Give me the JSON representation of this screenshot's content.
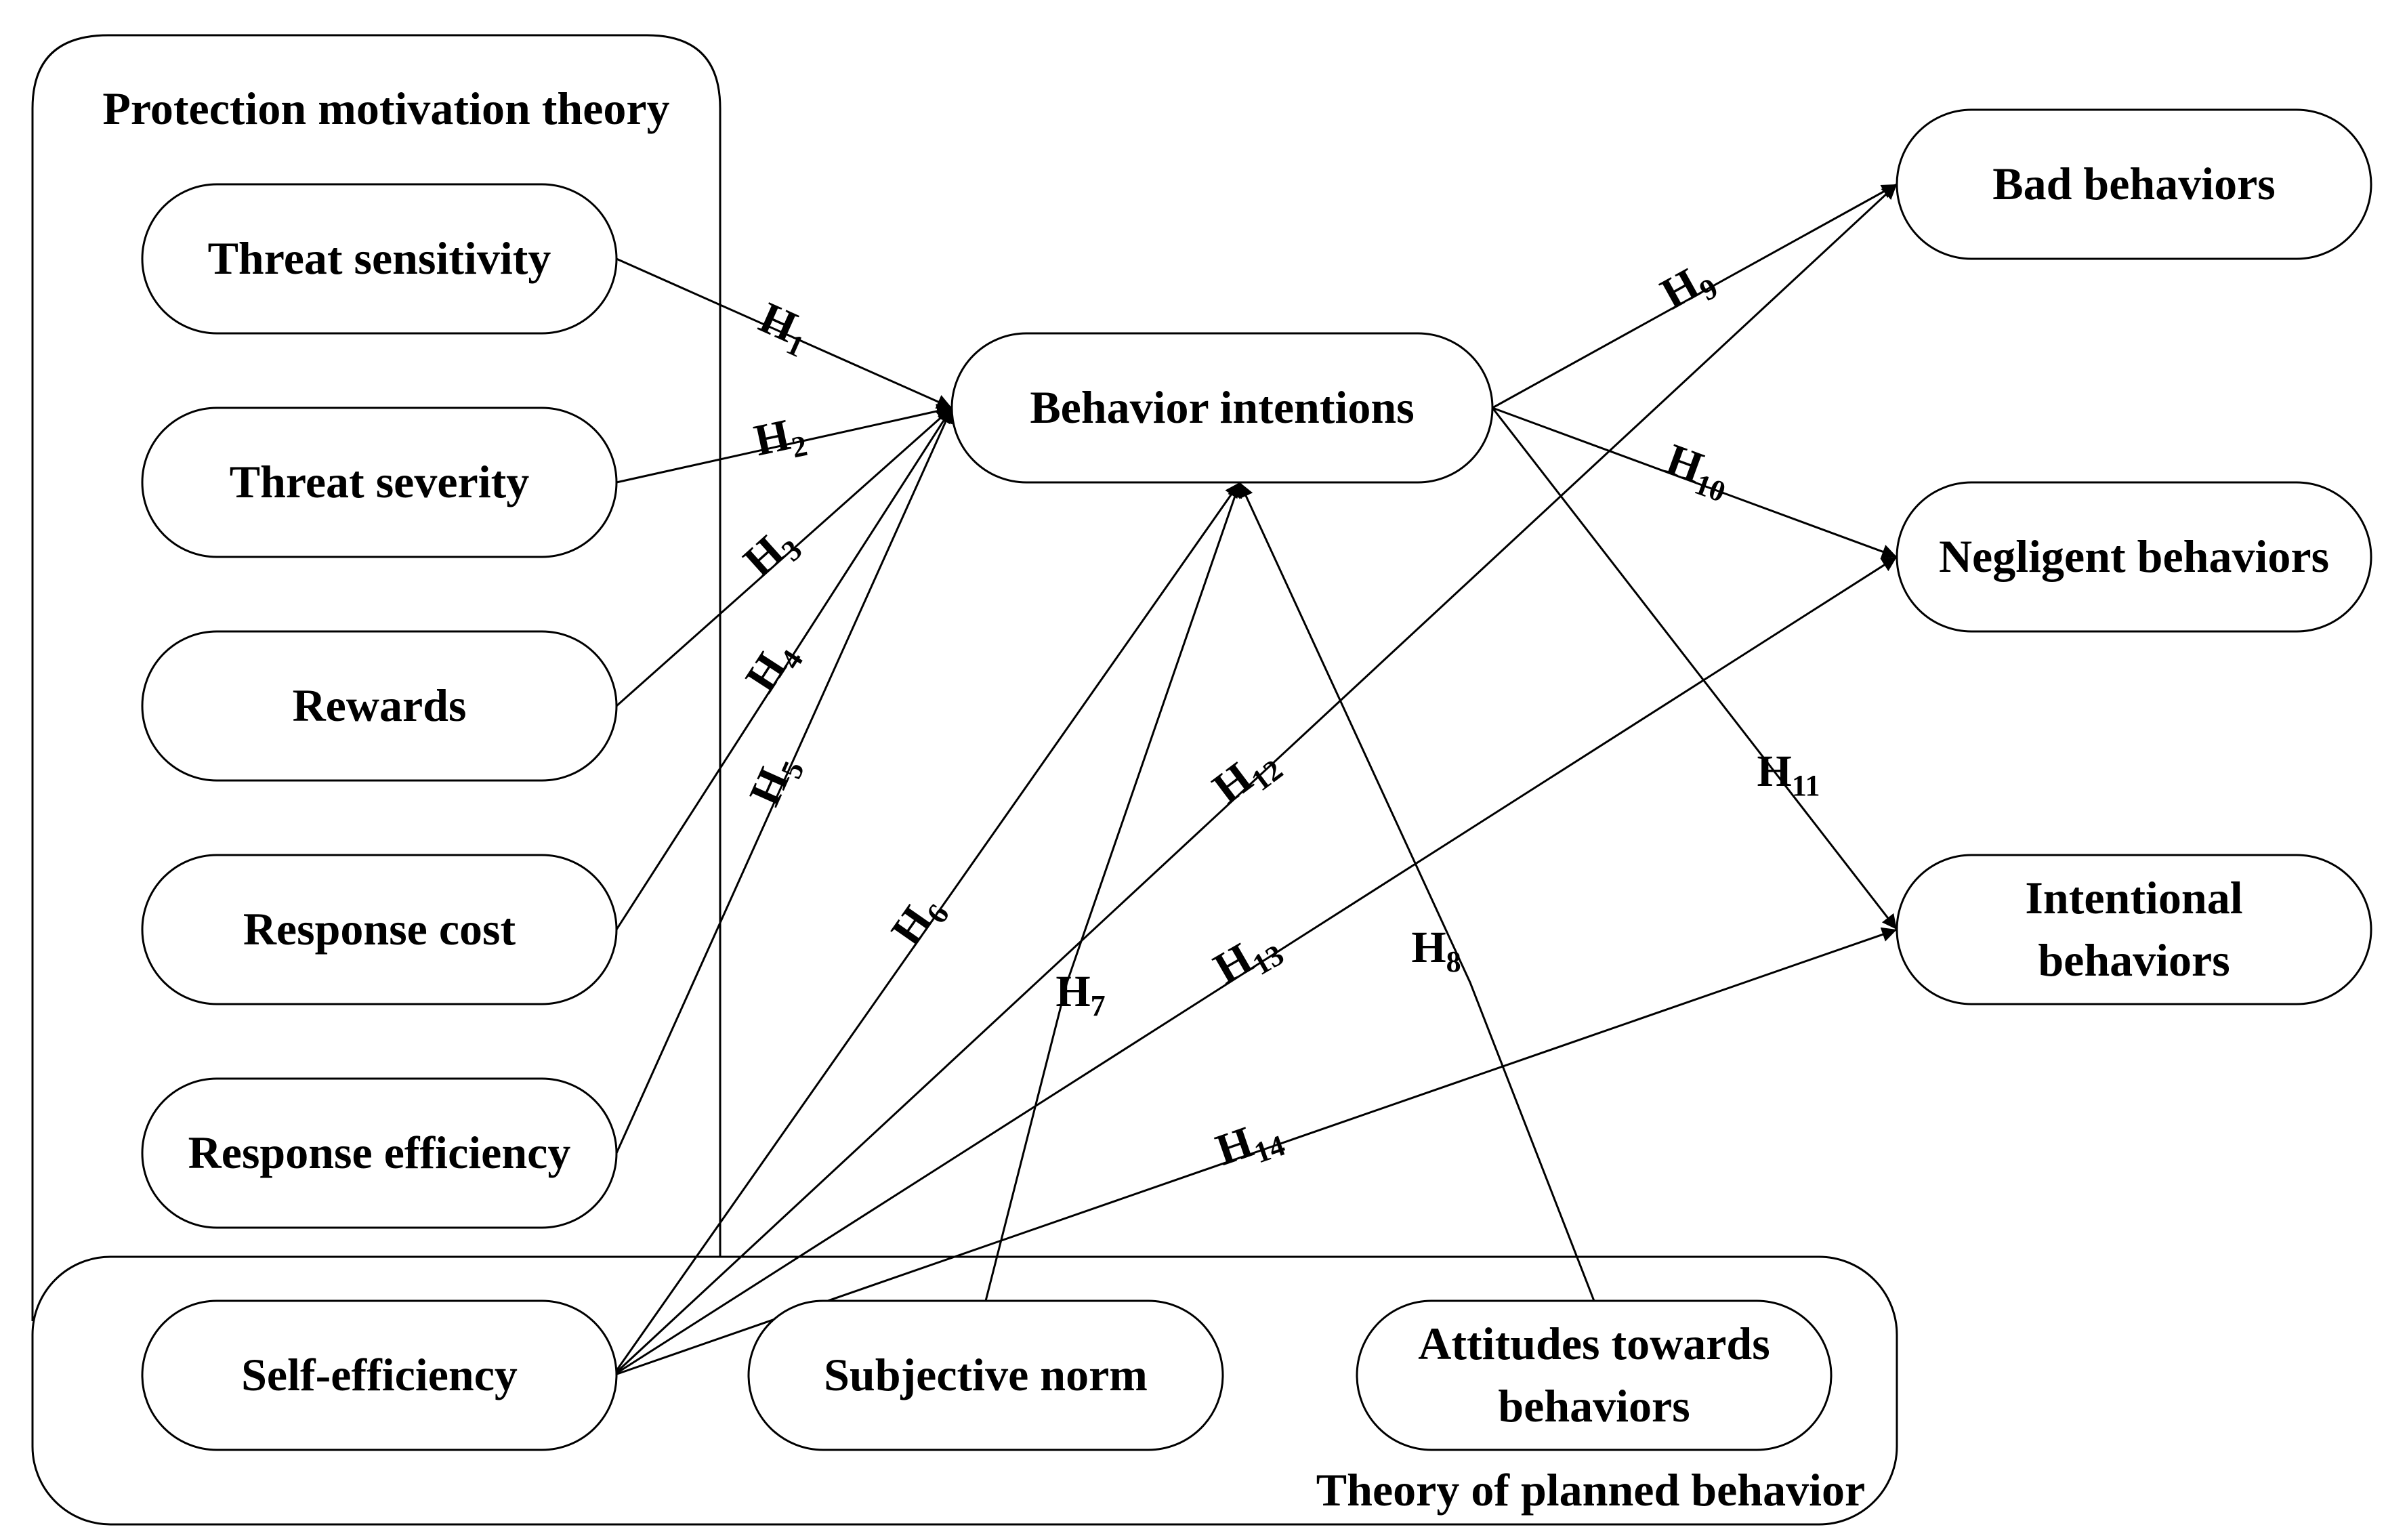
{
  "groups": {
    "pmt": "Protection motivation theory",
    "tpb": "Theory of planned behavior"
  },
  "nodes": {
    "threat_sensitivity": [
      "Threat sensitivity"
    ],
    "threat_severity": [
      "Threat severity"
    ],
    "rewards": [
      "Rewards"
    ],
    "response_cost": [
      "Response cost"
    ],
    "response_efficiency": [
      "Response efficiency"
    ],
    "self_efficiency": [
      "Self-efficiency"
    ],
    "subjective_norm": [
      "Subjective norm"
    ],
    "attitudes": [
      "Attitudes towards",
      "behaviors"
    ],
    "behavior_intentions": [
      "Behavior intentions"
    ],
    "bad_behaviors": [
      "Bad behaviors"
    ],
    "negligent_behaviors": [
      "Negligent behaviors"
    ],
    "intentional_behaviors": [
      "Intentional",
      "behaviors"
    ]
  },
  "hypotheses": [
    {
      "id": "H1",
      "letter": "H",
      "sub": "1",
      "from": "threat_sensitivity",
      "to": "behavior_intentions"
    },
    {
      "id": "H2",
      "letter": "H",
      "sub": "2",
      "from": "threat_severity",
      "to": "behavior_intentions"
    },
    {
      "id": "H3",
      "letter": "H",
      "sub": "3",
      "from": "rewards",
      "to": "behavior_intentions"
    },
    {
      "id": "H4",
      "letter": "H",
      "sub": "4",
      "from": "response_cost",
      "to": "behavior_intentions"
    },
    {
      "id": "H5",
      "letter": "H",
      "sub": "5",
      "from": "response_efficiency",
      "to": "behavior_intentions"
    },
    {
      "id": "H6",
      "letter": "H",
      "sub": "6",
      "from": "self_efficiency",
      "to": "behavior_intentions"
    },
    {
      "id": "H7",
      "letter": "H",
      "sub": "7",
      "from": "subjective_norm",
      "to": "behavior_intentions"
    },
    {
      "id": "H8",
      "letter": "H",
      "sub": "8",
      "from": "attitudes",
      "to": "behavior_intentions"
    },
    {
      "id": "H9",
      "letter": "H",
      "sub": "9",
      "from": "behavior_intentions",
      "to": "bad_behaviors"
    },
    {
      "id": "H10",
      "letter": "H",
      "sub": "10",
      "from": "behavior_intentions",
      "to": "negligent_behaviors"
    },
    {
      "id": "H11",
      "letter": "H",
      "sub": "11",
      "from": "behavior_intentions",
      "to": "intentional_behaviors"
    },
    {
      "id": "H12",
      "letter": "H",
      "sub": "12",
      "from": "self_efficiency",
      "to": "bad_behaviors"
    },
    {
      "id": "H13",
      "letter": "H",
      "sub": "13",
      "from": "self_efficiency",
      "to": "negligent_behaviors"
    },
    {
      "id": "H14",
      "letter": "H",
      "sub": "14",
      "from": "self_efficiency",
      "to": "intentional_behaviors"
    }
  ]
}
